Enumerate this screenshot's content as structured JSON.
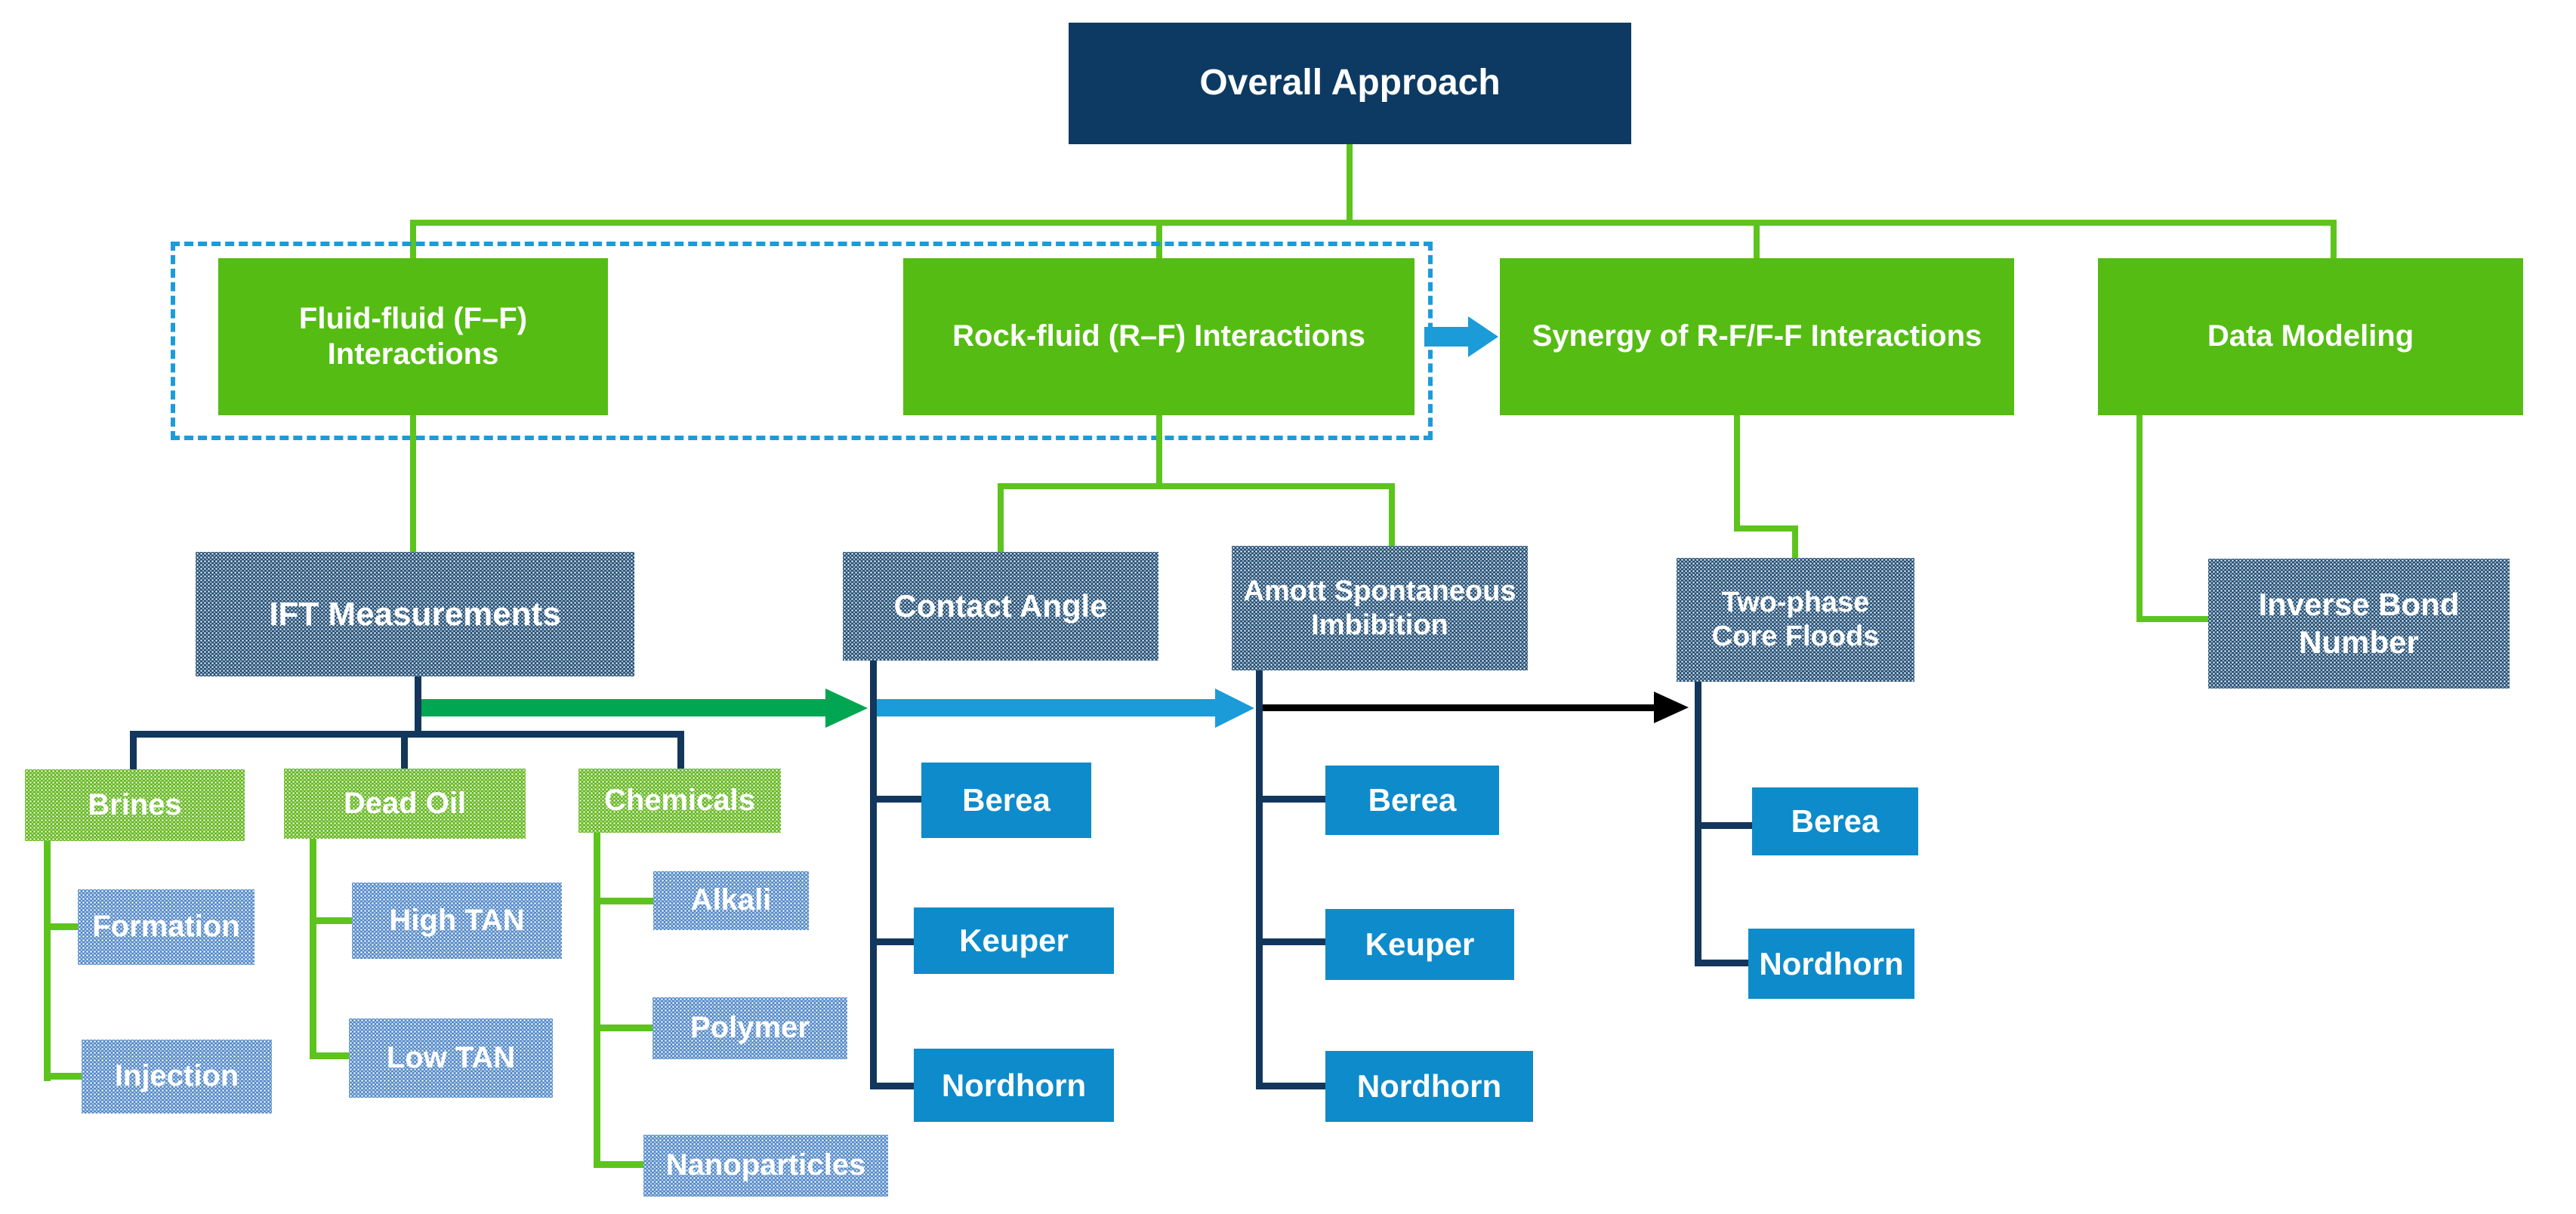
{
  "root": {
    "label": "Overall Approach"
  },
  "level2": [
    {
      "label": "Fluid-fluid (F–F) Interactions"
    },
    {
      "label": "Rock-fluid (R–F) Interactions"
    },
    {
      "label": "Synergy of R-F/F-F Interactions"
    },
    {
      "label": "Data Modeling"
    }
  ],
  "methods": {
    "ift": {
      "label": "IFT Measurements"
    },
    "contact_angle": {
      "label": "Contact Angle",
      "rocks": [
        "Berea",
        "Keuper",
        "Nordhorn"
      ]
    },
    "amott": {
      "label": "Amott Spontaneous Imbibition",
      "rocks": [
        "Berea",
        "Keuper",
        "Nordhorn"
      ]
    },
    "two_phase": {
      "label": "Two-phase Core Floods",
      "rocks": [
        "Berea",
        "Nordhorn"
      ]
    },
    "inverse_bond": {
      "label": "Inverse Bond Number"
    }
  },
  "fluids": [
    {
      "label": "Brines",
      "children": [
        "Formation",
        "Injection"
      ]
    },
    {
      "label": "Dead Oil",
      "children": [
        "High TAN",
        "Low TAN"
      ]
    },
    {
      "label": "Chemicals",
      "children": [
        "Alkali",
        "Polymer",
        "Nanoparticles"
      ]
    }
  ],
  "colors": {
    "navy-solid": "#0d3a62",
    "navy-line": "#13375c",
    "green-solid": "#55bc13",
    "green-line": "#5dc41d",
    "green-arrow": "#00a651",
    "blue-accent": "#1b9cd9",
    "blue-solid": "#0e8bca",
    "black-arrow": "#000000",
    "pat-dark": "#1c4a72",
    "pat-green": "#5fb517",
    "pat-blue": "#4e86c6"
  }
}
